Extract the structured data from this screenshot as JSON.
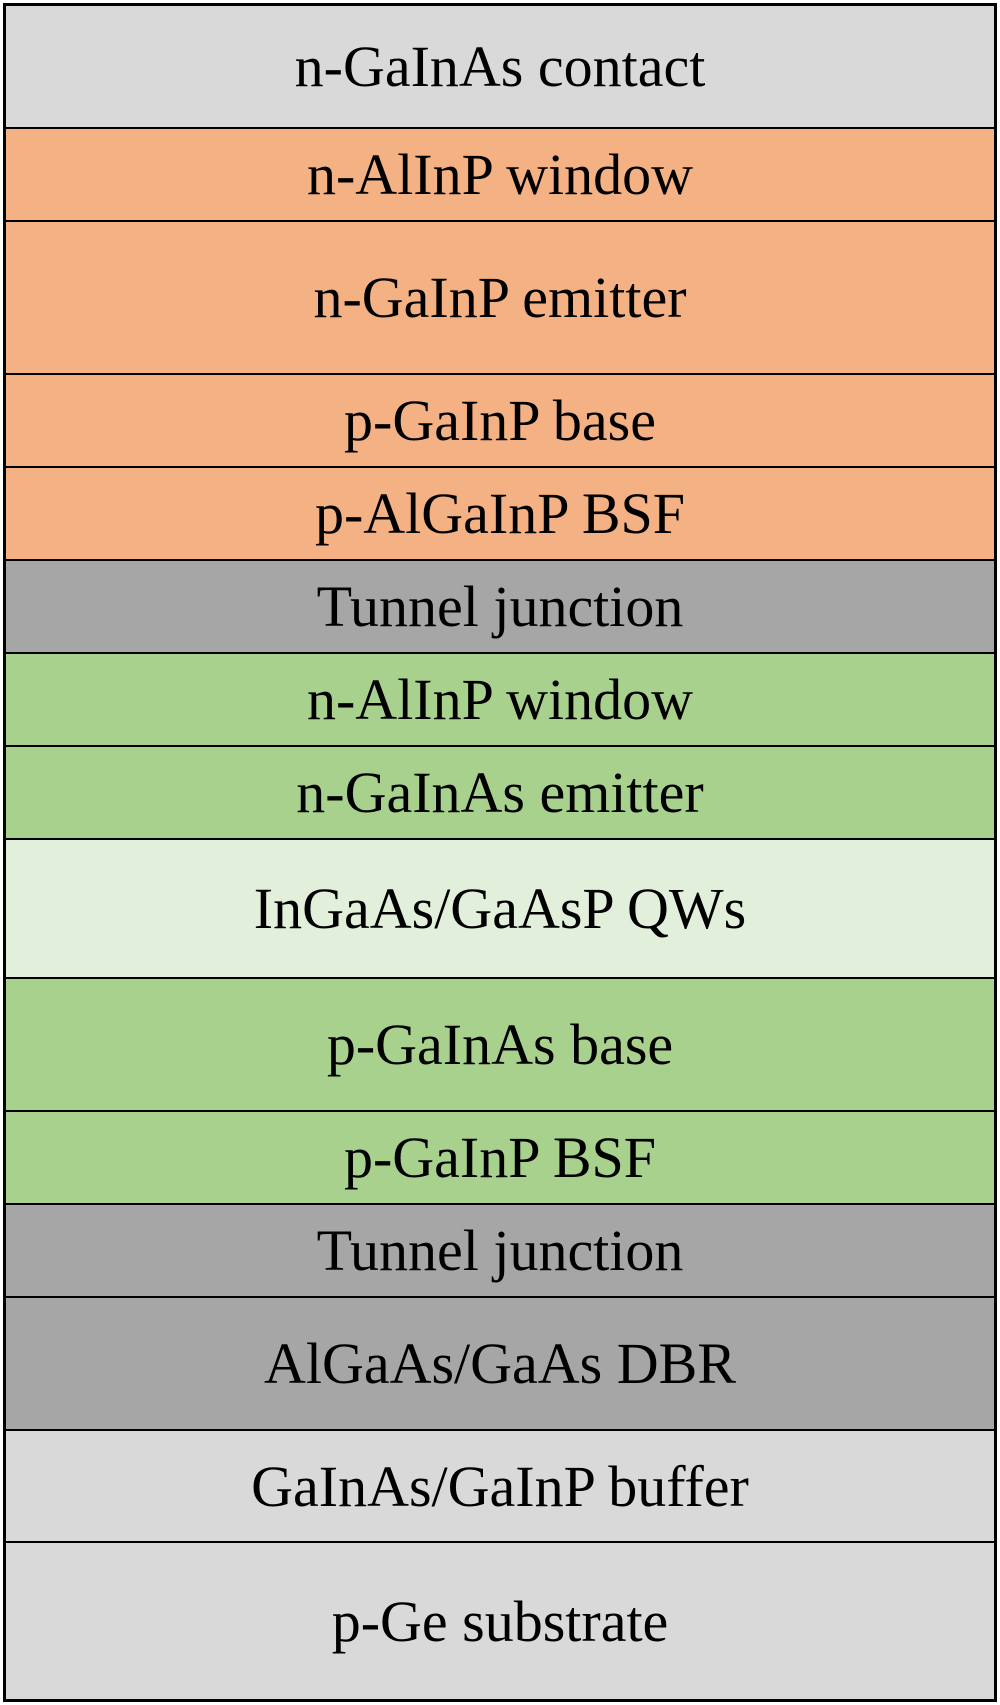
{
  "layers": [
    {
      "label": "n-GaInAs contact",
      "color": "#d9d9d9"
    },
    {
      "label": "n-AlInP window",
      "color": "#f4b183"
    },
    {
      "label": "n-GaInP emitter",
      "color": "#f4b183"
    },
    {
      "label": "p-GaInP base",
      "color": "#f4b183"
    },
    {
      "label": "p-AlGaInP BSF",
      "color": "#f4b183"
    },
    {
      "label": "Tunnel junction",
      "color": "#a6a6a6"
    },
    {
      "label": "n-AlInP window",
      "color": "#a9d18e"
    },
    {
      "label": "n-GaInAs emitter",
      "color": "#a9d18e"
    },
    {
      "label": "InGaAs/GaAsP QWs",
      "color": "#e2efda"
    },
    {
      "label": "p-GaInAs base",
      "color": "#a9d18e"
    },
    {
      "label": "p-GaInP BSF",
      "color": "#a9d18e"
    },
    {
      "label": "Tunnel junction",
      "color": "#a6a6a6"
    },
    {
      "label": "AlGaAs/GaAs DBR",
      "color": "#a6a6a6"
    },
    {
      "label": "GaInAs/GaInP buffer",
      "color": "#d9d9d9"
    },
    {
      "label": "p-Ge substrate",
      "color": "#d9d9d9"
    }
  ]
}
